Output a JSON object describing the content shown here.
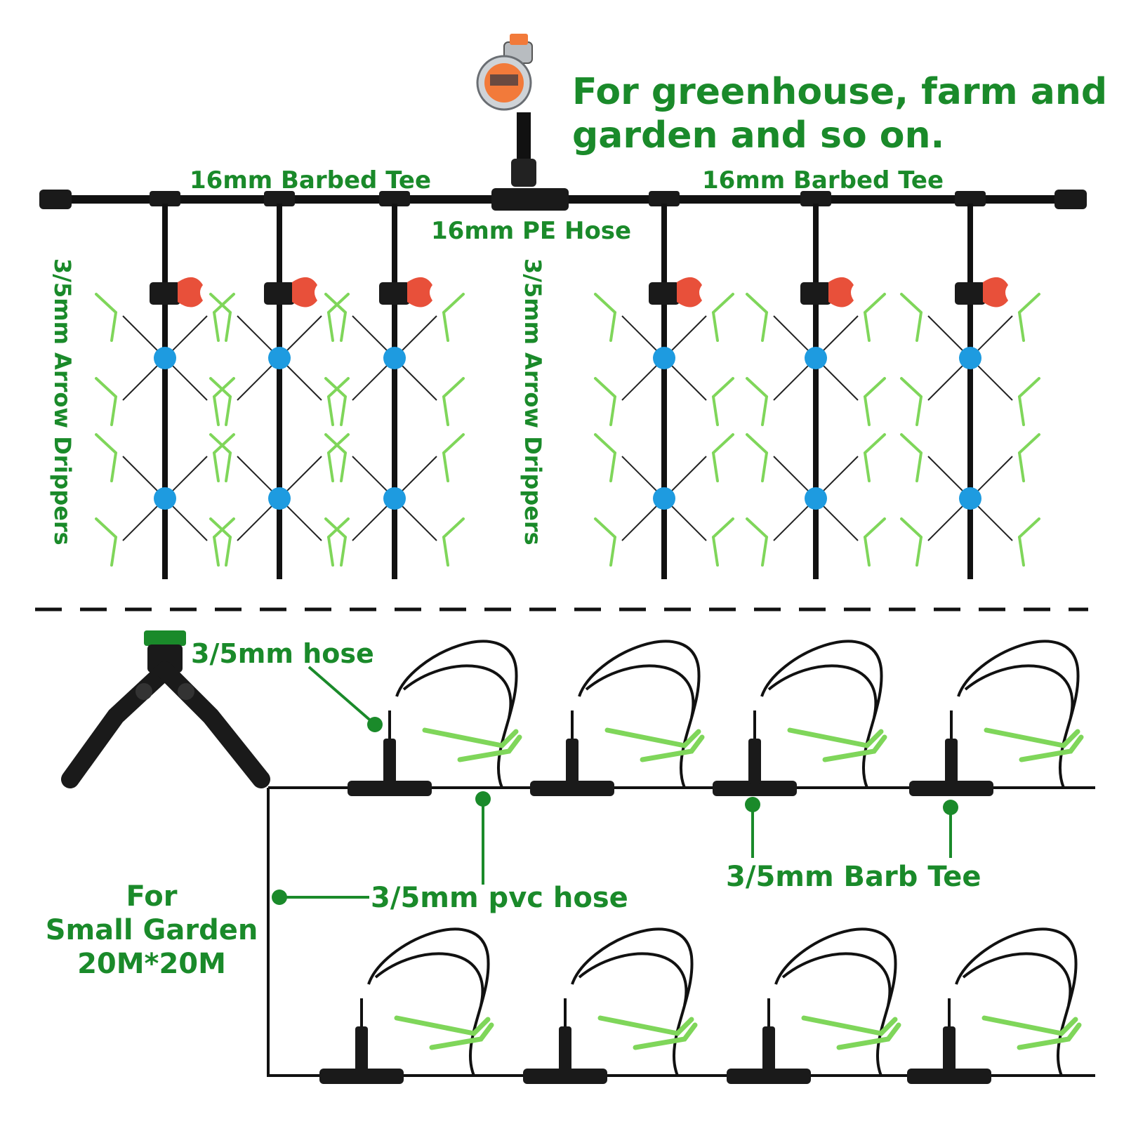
{
  "headline": {
    "line1": "For greenhouse, farm and",
    "line2": "garden and so on."
  },
  "top_section": {
    "barbed_tee_left": "16mm Barbed Tee",
    "barbed_tee_right": "16mm Barbed Tee",
    "pe_hose": "16mm PE Hose",
    "drippers_left": "3/5mm Arrow Drippers",
    "drippers_right": "3/5mm Arrow Drippers"
  },
  "bottom_section": {
    "hose": "3/5mm hose",
    "pvc_hose": "3/5mm pvc hose",
    "barb_tee": "3/5mm Barb Tee",
    "garden_line1": "For",
    "garden_line2": "Small Garden",
    "garden_line3": "20M*20M"
  },
  "colors": {
    "label_green": "#1a8a2a",
    "dripper_green": "#7fd65a",
    "pipe_black": "#111111",
    "valve_red": "#e8503a",
    "connector_blue": "#1e9be0",
    "timer_orange": "#f27a3a"
  }
}
